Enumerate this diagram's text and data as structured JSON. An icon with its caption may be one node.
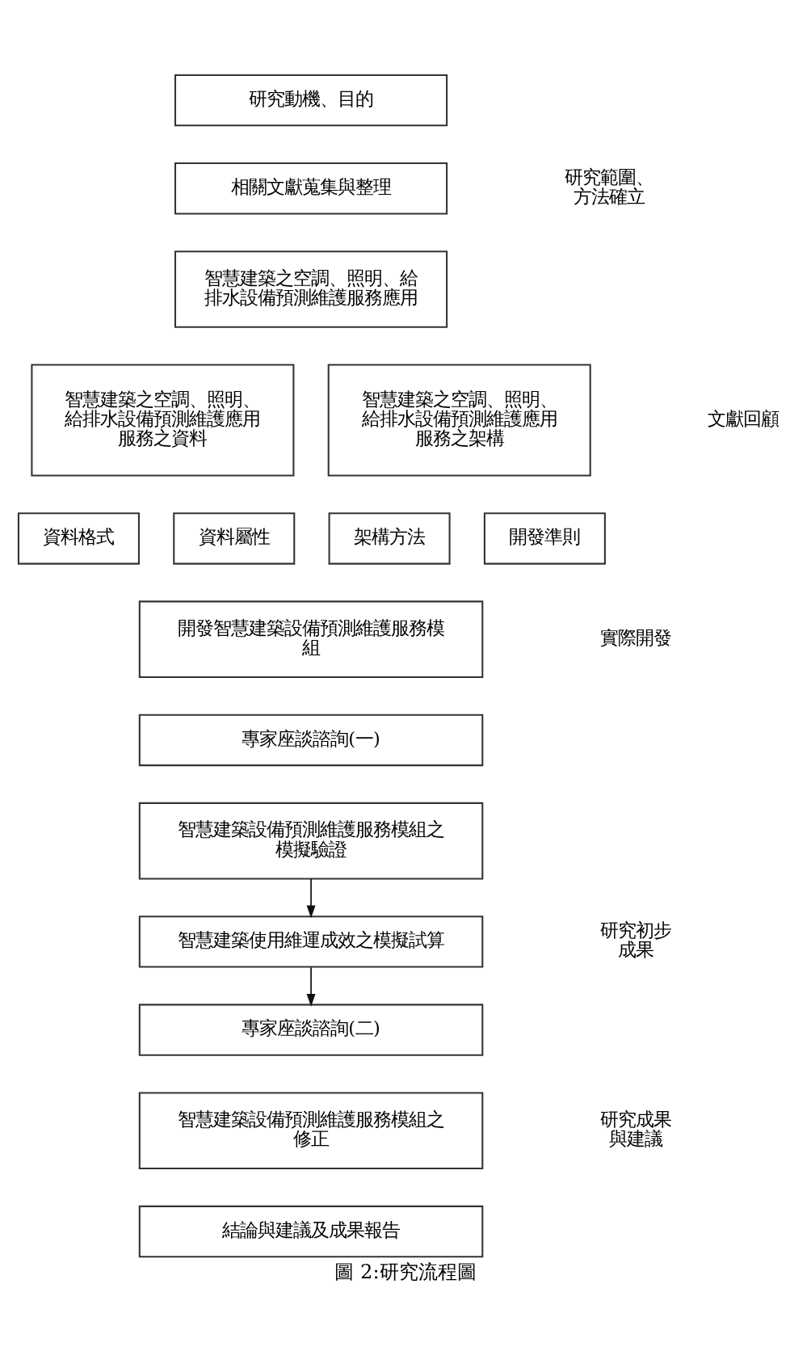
{
  "diagram": {
    "caption": "圖 2:研究流程圖",
    "nodes": [
      {
        "text": [
          "研究動機、目的"
        ]
      },
      {
        "text": [
          "相關文獻蒐集與整理"
        ]
      },
      {
        "text": [
          "智慧建築之空調、照明、給排水設備預測維護服務應用"
        ]
      },
      {
        "text": [
          "智慧建築之空調、照明、給排水設備預測維護應用服務之資料"
        ]
      },
      {
        "text": [
          "智慧建築之空調、照明、給排水設備預測維護應用服務之架構"
        ]
      },
      {
        "text": [
          "資料格式"
        ]
      },
      {
        "text": [
          "資料屬性"
        ]
      },
      {
        "text": [
          "架構方法"
        ]
      },
      {
        "text": [
          "開發準則"
        ]
      },
      {
        "text": [
          "開發智慧建築設備預測維護服務模組"
        ]
      },
      {
        "text": [
          "專家座談諮詢(一)"
        ]
      },
      {
        "text": [
          "智慧建築設備預測維護服務模組之模擬驗證"
        ]
      },
      {
        "text": [
          "智慧建築使用維運成效之模擬試算"
        ]
      },
      {
        "text": [
          "專家座談諮詢(二)"
        ]
      },
      {
        "text": [
          "智慧建築設備預測維護服務模組之修正"
        ]
      },
      {
        "text": [
          "結論與建議及成果報告"
        ]
      }
    ],
    "edges": [
      {
        "from": 11,
        "to": 12,
        "arrow": "to"
      },
      {
        "from": 12,
        "to": 13,
        "arrow": "to"
      }
    ],
    "labels": [
      "研究範圍、方法確立",
      "文獻回顧",
      "實際開發",
      "研究初步成果",
      "研究成果與建議"
    ]
  }
}
